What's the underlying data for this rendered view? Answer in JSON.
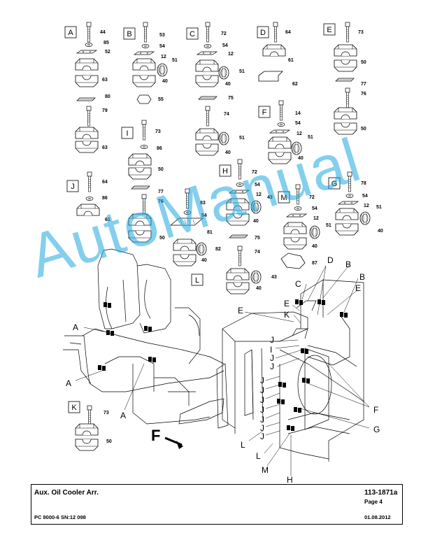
{
  "groups": {
    "A": {
      "letter": "A",
      "parts": [
        "44",
        "85",
        "52",
        "63",
        "80",
        "79",
        "63"
      ]
    },
    "B": {
      "letter": "B",
      "parts": [
        "53",
        "54",
        "12",
        "51",
        "40",
        "55"
      ]
    },
    "C": {
      "letter": "C",
      "parts": [
        "72",
        "54",
        "12",
        "51",
        "40",
        "75",
        "74",
        "51",
        "40"
      ]
    },
    "D": {
      "letter": "D",
      "parts": [
        "64",
        "61",
        "62"
      ]
    },
    "E": {
      "letter": "E",
      "parts": [
        "73",
        "50",
        "77",
        "76",
        "50"
      ]
    },
    "F": {
      "letter": "F",
      "parts": [
        "14",
        "54",
        "12",
        "51",
        "40"
      ]
    },
    "I": {
      "letter": "I",
      "parts": [
        "73",
        "86",
        "50",
        "77",
        "76",
        "50"
      ]
    },
    "J": {
      "letter": "J",
      "parts": [
        "64",
        "86",
        "61"
      ]
    },
    "H": {
      "letter": "H",
      "parts": [
        "72",
        "54",
        "12",
        "43",
        "40",
        "75",
        "74",
        "43",
        "40"
      ]
    },
    "M": {
      "letter": "M",
      "parts": [
        "72",
        "54",
        "12",
        "51",
        "40",
        "87"
      ]
    },
    "G": {
      "letter": "G",
      "parts": [
        "78",
        "54",
        "12",
        "51",
        "40"
      ]
    },
    "L": {
      "letter": "L",
      "parts": [
        "83",
        "54",
        "81",
        "82",
        "40"
      ]
    },
    "K": {
      "letter": "K",
      "parts": [
        "73",
        "50"
      ]
    }
  },
  "callouts": {
    "A1": "A",
    "A2": "A",
    "A3": "A",
    "B1": "B",
    "B2": "B",
    "C": "C",
    "D": "D",
    "E1": "E",
    "E2": "E",
    "K": "K",
    "J1": "J",
    "J2": "J",
    "J3": "J",
    "J4": "J",
    "J5": "J",
    "J6": "J",
    "J7": "J",
    "J8": "J",
    "J9": "J",
    "J10": "J",
    "J11": "J",
    "F": "F",
    "G": "G",
    "H": "H",
    "L1": "L",
    "L2": "L",
    "M": "M",
    "I": "I"
  },
  "view_arrow": "F",
  "watermark": "AutoManual",
  "titleblock": {
    "title": "Aux. Oil Cooler Arr.",
    "drawing_no": "113-1871a",
    "page": "Page 4",
    "model": "PC 8000-6 SN:12 098",
    "date": "01.08.2012"
  }
}
